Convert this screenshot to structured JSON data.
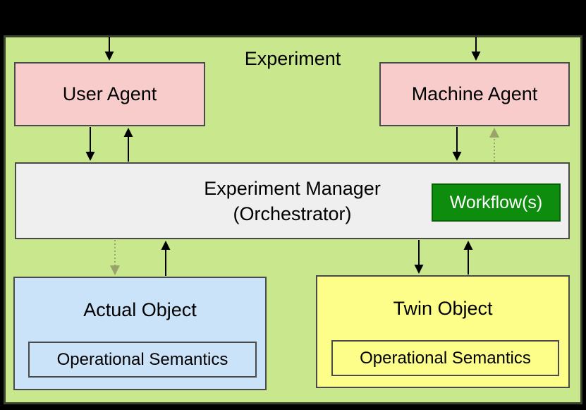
{
  "diagram": {
    "title": "Experiment",
    "nodes": {
      "user_agent": {
        "label": "User Agent",
        "fill": "#f9cccc"
      },
      "machine_agent": {
        "label": "Machine Agent",
        "fill": "#f9cccc"
      },
      "experiment_manager": {
        "label_line1": "Experiment Manager",
        "label_line2": "(Orchestrator)",
        "fill": "#efefef"
      },
      "workflow": {
        "label": "Workflow(s)",
        "fill": "#0e8c0e",
        "text_color": "#ffffff"
      },
      "actual_object": {
        "label": "Actual Object",
        "sub_label": "Operational Semantics",
        "fill": "#cbe3f8"
      },
      "twin_object": {
        "label": "Twin Object",
        "sub_label": "Operational Semantics",
        "fill": "#fdfd89"
      }
    },
    "colors": {
      "canvas": "#000000",
      "background": "#c9e88e",
      "container_border": "#39412f",
      "box_border": "#4a4a4a",
      "arrow_solid": "#000000",
      "arrow_dashed": "#9aa36b"
    }
  }
}
